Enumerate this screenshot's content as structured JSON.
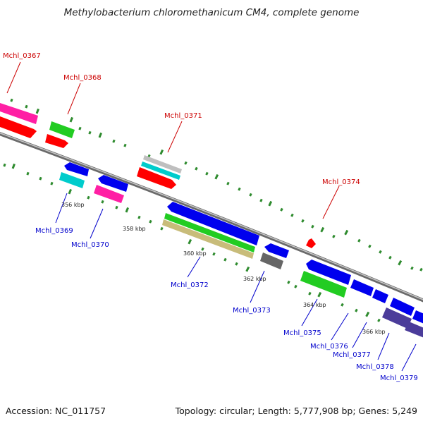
{
  "title": "Methylobacterium chloromethanicum CM4, complete genome",
  "footer": {
    "accession": "Accession: NC_011757",
    "summary": "Topology: circular; Length: 5,777,908 bp; Genes: 5,249"
  },
  "colors": {
    "backbone": "#8a8a8a",
    "tick": "#2e8b2e",
    "top_label": "#cc0000",
    "bottom_label": "#0000cc",
    "kbp_label": "#222222"
  },
  "kbp_labels": [
    "356 kbp",
    "358 kbp",
    "360 kbp",
    "362 kbp",
    "364 kbp",
    "366 kbp"
  ],
  "top_genes": [
    {
      "id": "Mchl_0367",
      "label": "Mchl_0367"
    },
    {
      "id": "Mchl_0368",
      "label": "Mchl_0368"
    },
    {
      "id": "Mchl_0371",
      "label": "Mchl_0371"
    },
    {
      "id": "Mchl_0374",
      "label": "Mchl_0374"
    }
  ],
  "bottom_genes": [
    {
      "id": "Mchl_0369",
      "label": "Mchl_0369"
    },
    {
      "id": "Mchl_0370",
      "label": "Mchl_0370"
    },
    {
      "id": "Mchl_0372",
      "label": "Mchl_0372"
    },
    {
      "id": "Mchl_0373",
      "label": "Mchl_0373"
    },
    {
      "id": "Mchl_0375",
      "label": "Mchl_0375"
    },
    {
      "id": "Mchl_0376",
      "label": "Mchl_0376"
    },
    {
      "id": "Mchl_0377",
      "label": "Mchl_0377"
    },
    {
      "id": "Mchl_0378",
      "label": "Mchl_0378"
    },
    {
      "id": "Mchl_0379",
      "label": "Mchl_0379"
    }
  ]
}
